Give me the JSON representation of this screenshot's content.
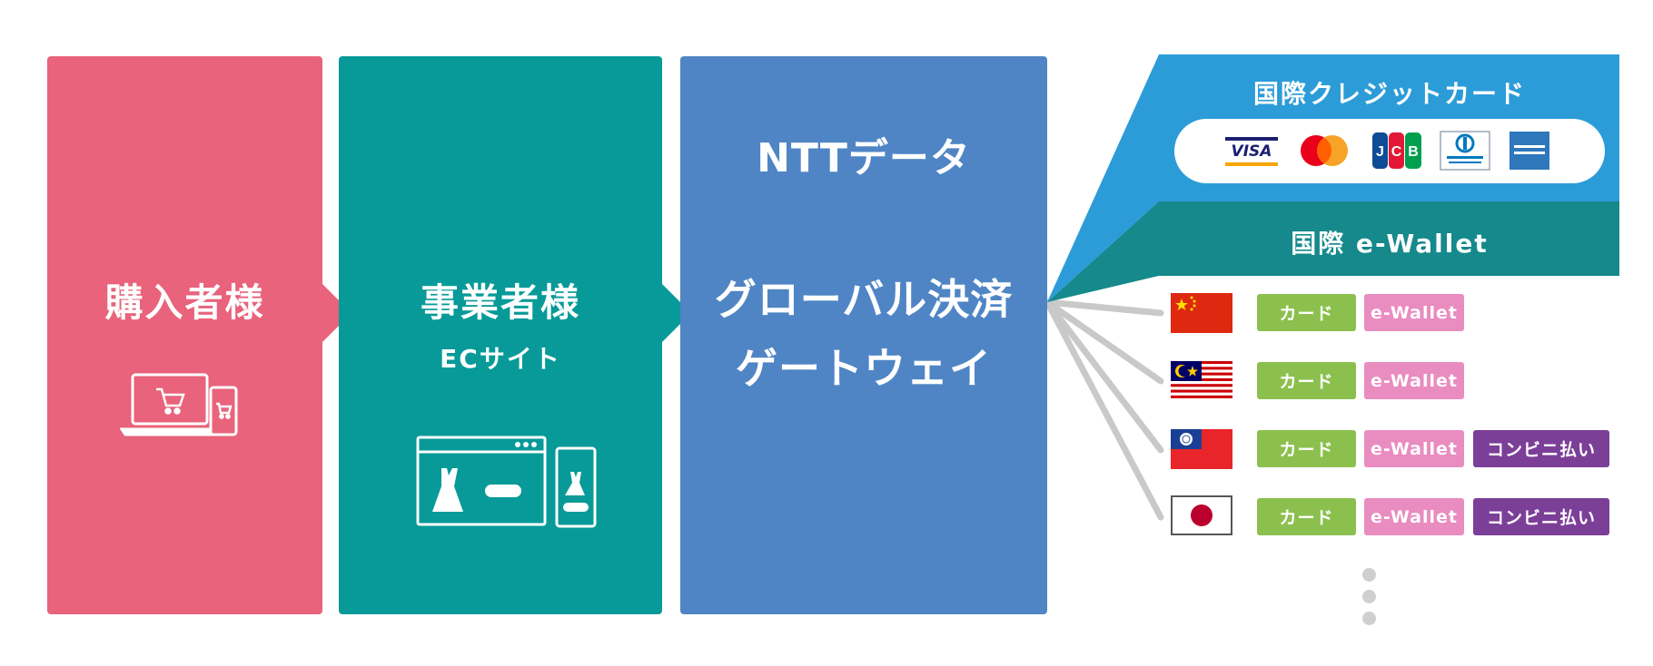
{
  "colors": {
    "buyer": "#e8637b",
    "merchant": "#079a98",
    "gateway": "#4f85c5",
    "credit_band": "#2c9cd8",
    "ewallet_band": "#15898b",
    "tag_card": "#8cc04e",
    "tag_ewallet": "#e98cc0",
    "tag_convenience": "#7c3f98"
  },
  "buyer": {
    "title": "購入者様",
    "icon": "laptop-phone-cart-icon"
  },
  "merchant": {
    "title": "事業者様",
    "subtitle": "ECサイト",
    "icon": "ec-site-dress-icon"
  },
  "gateway": {
    "brand": "NTTデータ",
    "title_line1": "グローバル決済",
    "title_line2": "ゲートウェイ"
  },
  "credit_cards": {
    "title": "国際クレジットカード",
    "brands": [
      "VISA",
      "mastercard",
      "JCB",
      "Diners Club",
      "American Express"
    ]
  },
  "ewallet": {
    "title": "国際 e-Wallet"
  },
  "countries": [
    {
      "flag": "china-flag-icon",
      "methods": [
        "カード",
        "e-Wallet"
      ]
    },
    {
      "flag": "malaysia-flag-icon",
      "methods": [
        "カード",
        "e-Wallet"
      ]
    },
    {
      "flag": "taiwan-flag-icon",
      "methods": [
        "カード",
        "e-Wallet",
        "コンビニ払い"
      ]
    },
    {
      "flag": "japan-flag-icon",
      "methods": [
        "カード",
        "e-Wallet",
        "コンビニ払い"
      ]
    }
  ],
  "more_indicator": "more-icon"
}
